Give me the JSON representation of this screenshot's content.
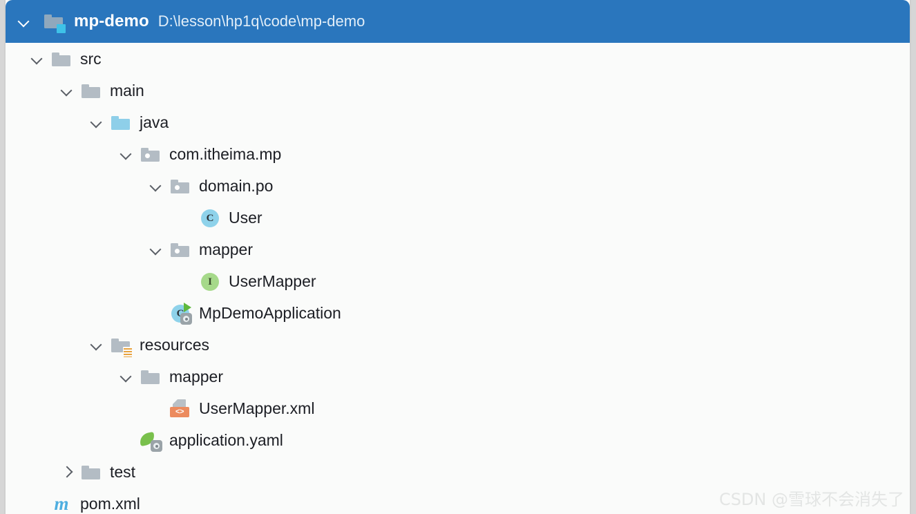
{
  "panel": {
    "name": "project-tool-window",
    "background_color": "#fafbfa"
  },
  "header": {
    "icon": "module-folder-icon",
    "twisty": "chevron-down-icon",
    "module_name": "mp-demo",
    "module_path": "D:\\lesson\\hp1q\\code\\mp-demo",
    "background_color": "#2a76bd",
    "text_color": "#ffffff"
  },
  "tree": {
    "items": [
      {
        "label": "src",
        "depth": 1,
        "twisty": "chevron-down-icon",
        "icon": "folder-icon",
        "icon_kind": "folder-gray"
      },
      {
        "label": "main",
        "depth": 2,
        "twisty": "chevron-down-icon",
        "icon": "folder-icon",
        "icon_kind": "folder-gray"
      },
      {
        "label": "java",
        "depth": 3,
        "twisty": "chevron-down-icon",
        "icon": "source-root-folder-icon",
        "icon_kind": "folder-blue"
      },
      {
        "label": "com.itheima.mp",
        "depth": 4,
        "twisty": "chevron-down-icon",
        "icon": "package-icon",
        "icon_kind": "package"
      },
      {
        "label": "domain.po",
        "depth": 5,
        "twisty": "chevron-down-icon",
        "icon": "package-icon",
        "icon_kind": "package"
      },
      {
        "label": "User",
        "depth": 6,
        "twisty": "none",
        "icon": "java-class-icon",
        "icon_kind": "class",
        "glyph": "C"
      },
      {
        "label": "mapper",
        "depth": 5,
        "twisty": "chevron-down-icon",
        "icon": "package-icon",
        "icon_kind": "package"
      },
      {
        "label": "UserMapper",
        "depth": 6,
        "twisty": "none",
        "icon": "java-interface-icon",
        "icon_kind": "interface",
        "glyph": "I"
      },
      {
        "label": "MpDemoApplication",
        "depth": 5,
        "twisty": "none",
        "icon": "spring-boot-application-icon",
        "icon_kind": "spring-app",
        "glyph": "C"
      },
      {
        "label": "resources",
        "depth": 3,
        "twisty": "chevron-down-icon",
        "icon": "resource-root-folder-icon",
        "icon_kind": "folder-resource"
      },
      {
        "label": "mapper",
        "depth": 4,
        "twisty": "chevron-down-icon",
        "icon": "folder-icon",
        "icon_kind": "folder-gray"
      },
      {
        "label": "UserMapper.xml",
        "depth": 5,
        "twisty": "none",
        "icon": "xml-file-icon",
        "icon_kind": "xml",
        "glyph": "<>"
      },
      {
        "label": "application.yaml",
        "depth": 4,
        "twisty": "none",
        "icon": "spring-config-file-icon",
        "icon_kind": "spring-yaml"
      },
      {
        "label": "test",
        "depth": 2,
        "twisty": "chevron-right-icon",
        "icon": "folder-icon",
        "icon_kind": "folder-gray"
      },
      {
        "label": "pom.xml",
        "depth": 1,
        "twisty": "none",
        "icon": "maven-pom-icon",
        "icon_kind": "maven",
        "glyph": "m"
      }
    ]
  },
  "watermark": {
    "text": "CSDN @雪球不会消失了",
    "subtext": "",
    "color": "#e3e5e4"
  }
}
